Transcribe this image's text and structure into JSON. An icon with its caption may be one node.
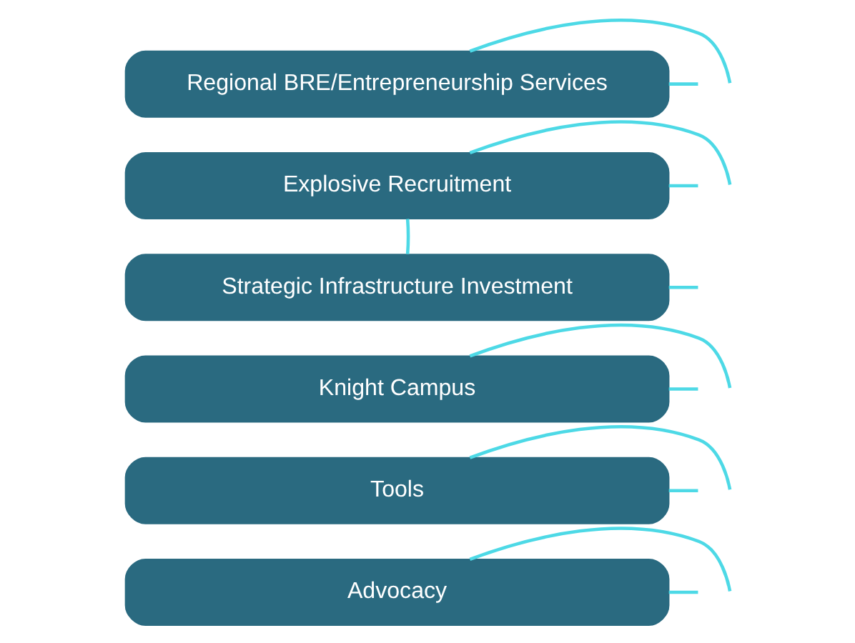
{
  "diagram": {
    "nodes": [
      {
        "text": [
          "Regional BRE/Entrepreneurship Services"
        ]
      },
      {
        "text": [
          "Explosive Recruitment"
        ]
      },
      {
        "text": [
          "Strategic Infrastructure Investment"
        ]
      },
      {
        "text": [
          "Knight Campus"
        ]
      },
      {
        "text": [
          "Tools"
        ]
      },
      {
        "text": [
          "Advocacy"
        ]
      }
    ],
    "edges": [
      {
        "from": 0,
        "to": null,
        "arrow": "none"
      },
      {
        "from": 0,
        "to": null,
        "arrow": "none"
      },
      {
        "from": 1,
        "to": null,
        "arrow": "none"
      },
      {
        "from": 1,
        "to": 2,
        "arrow": "none"
      },
      {
        "from": 1,
        "to": null,
        "arrow": "none"
      },
      {
        "from": 2,
        "to": null,
        "arrow": "none"
      },
      {
        "from": 3,
        "to": null,
        "arrow": "none"
      },
      {
        "from": 3,
        "to": null,
        "arrow": "none"
      },
      {
        "from": 4,
        "to": null,
        "arrow": "none"
      },
      {
        "from": 4,
        "to": null,
        "arrow": "none"
      },
      {
        "from": 5,
        "to": null,
        "arrow": "none"
      },
      {
        "from": 5,
        "to": null,
        "arrow": "none"
      }
    ]
  }
}
